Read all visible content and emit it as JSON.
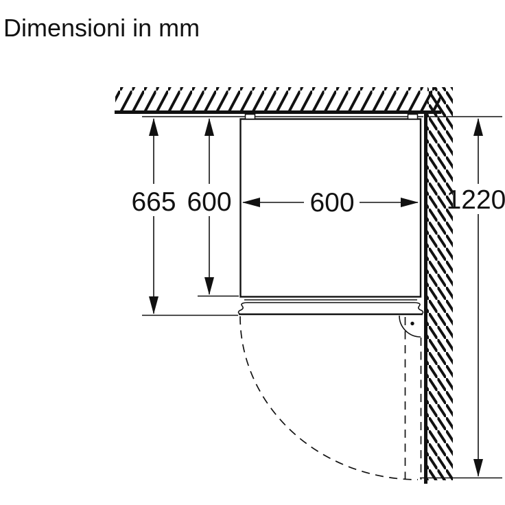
{
  "title": "Dimensioni in mm",
  "unit": "mm",
  "diagram_type": "appliance-installation-top-view",
  "dimensions": {
    "total_depth": "665",
    "body_depth": "600",
    "width": "600",
    "door_open_clearance": "1220"
  },
  "colors": {
    "line": "#111111",
    "background": "#ffffff"
  }
}
